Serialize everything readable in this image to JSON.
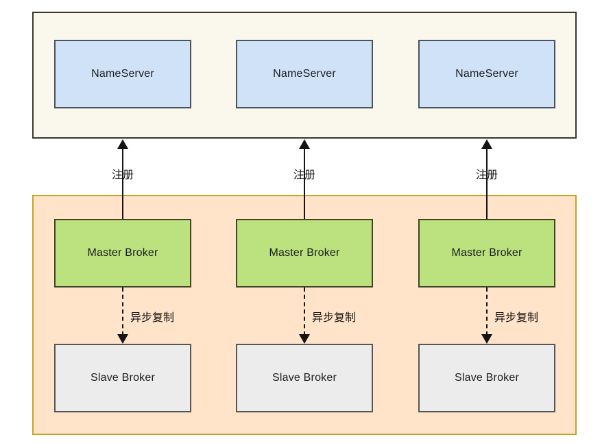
{
  "diagram": {
    "nameserver_cluster": {
      "nodes": [
        {
          "label": "NameServer"
        },
        {
          "label": "NameServer"
        },
        {
          "label": "NameServer"
        }
      ]
    },
    "broker_cluster": {
      "columns": [
        {
          "register_label": "注册",
          "master_label": "Master Broker",
          "replicate_label": "异步复制",
          "slave_label": "Slave Broker"
        },
        {
          "register_label": "注册",
          "master_label": "Master Broker",
          "replicate_label": "异步复制",
          "slave_label": "Slave Broker"
        },
        {
          "register_label": "注册",
          "master_label": "Master Broker",
          "replicate_label": "异步复制",
          "slave_label": "Slave Broker"
        }
      ]
    },
    "colors": {
      "nameserver_cluster_bg": "#faf7ec",
      "nameserver_cluster_border": "#39392f",
      "nameserver_box_bg": "#cfe2f7",
      "broker_cluster_bg": "#ffe4c9",
      "broker_cluster_border": "#c9a127",
      "master_box_bg": "#bce27f",
      "slave_box_bg": "#ececec",
      "arrow_color": "#141414"
    }
  }
}
